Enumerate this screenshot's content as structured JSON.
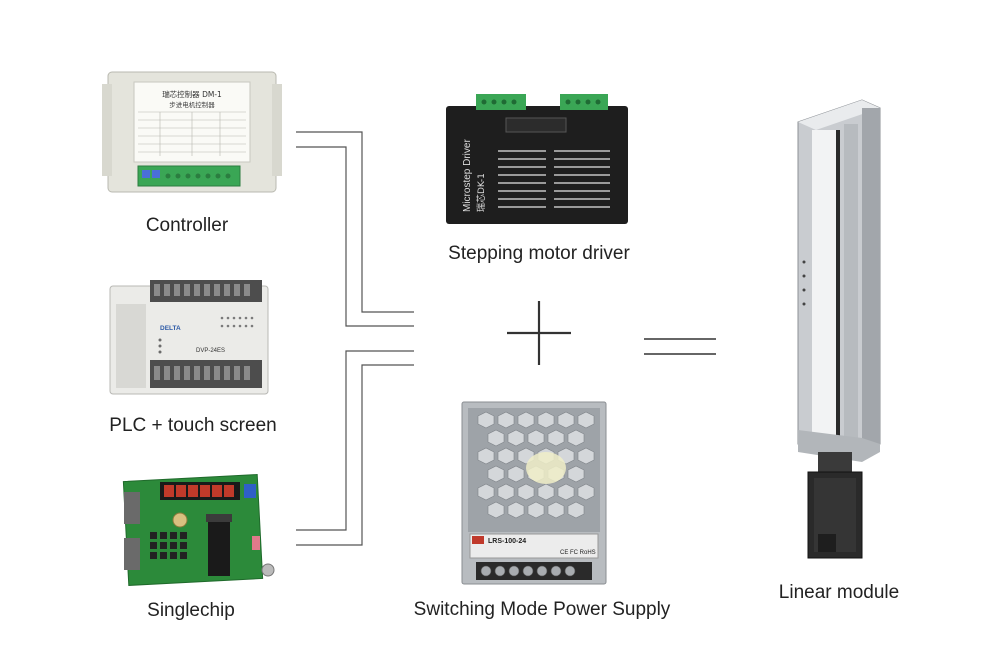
{
  "components": {
    "controller": {
      "label": "Controller",
      "title_line1": "瑞芯控制器 DM-1",
      "title_line2": "步进电机控制器"
    },
    "plc": {
      "label": "PLC + touch screen",
      "brand": "DELTA",
      "model": "DVP-24ES"
    },
    "singlechip": {
      "label": "Singlechip"
    },
    "driver": {
      "label": "Stepping motor driver",
      "side_text": "Microstep Driver",
      "model": "瑞芯DK-1"
    },
    "power_supply": {
      "label": "Switching Mode Power Supply",
      "model": "LRS-100-24",
      "marks": "CE FC RoHS"
    },
    "linear_module": {
      "label": "Linear module"
    }
  },
  "operators": {
    "plus": "+",
    "equals": "="
  },
  "colors": {
    "line": "#555555",
    "operator": "#333333",
    "terminal_green": "#3aa655",
    "pcb_green": "#2c8a3a",
    "driver_body": "#1e1e1e",
    "aluminum": "#d6d9dc",
    "label_text": "#222222"
  }
}
